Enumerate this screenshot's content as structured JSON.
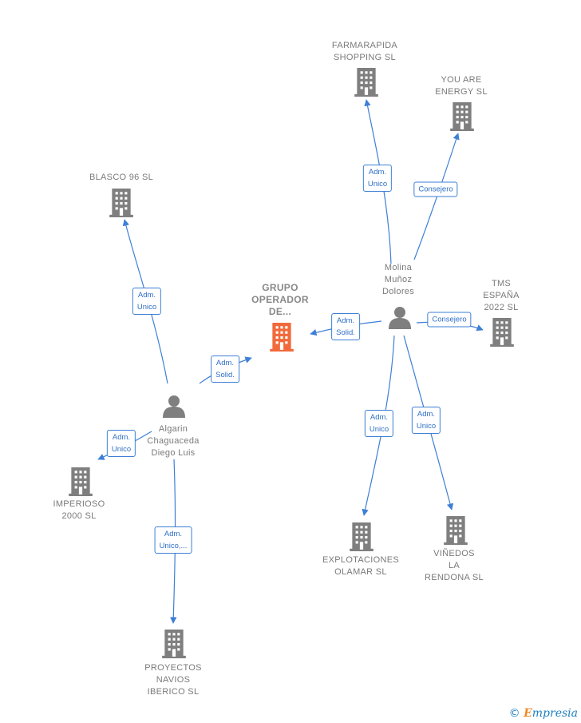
{
  "colors": {
    "edge": "#3d7fd6",
    "building": "#7f7f7f",
    "building_focus": "#f26a3b",
    "person": "#7f7f7f"
  },
  "nodes": {
    "grupo": {
      "label": "GRUPO\nOPERADOR\nDE...",
      "type": "company",
      "focus": true
    },
    "farmarapida": {
      "label": "FARMARAPIDA\nSHOPPING  SL",
      "type": "company"
    },
    "youare": {
      "label": "YOU ARE\nENERGY  SL",
      "type": "company"
    },
    "blasco": {
      "label": "BLASCO 96 SL",
      "type": "company"
    },
    "tms": {
      "label": "TMS\nESPAÑA\n2022  SL",
      "type": "company"
    },
    "imperioso": {
      "label": "IMPERIOSO\n2000  SL",
      "type": "company"
    },
    "explotaciones": {
      "label": "EXPLOTACIONES\nOLAMAR  SL",
      "type": "company"
    },
    "vinedos": {
      "label": "VIÑEDOS\nLA\nRENDONA  SL",
      "type": "company"
    },
    "proyectos": {
      "label": "PROYECTOS\nNAVIOS\nIBERICO  SL",
      "type": "company"
    },
    "molina": {
      "label": "Molina\nMuñoz\nDolores",
      "type": "person"
    },
    "algarin": {
      "label": "Algarin\nChaguaceda\nDiego Luis",
      "type": "person"
    }
  },
  "edges": [
    {
      "id": "e1",
      "from": "molina",
      "to": "farmarapida",
      "label": "Adm.\nUnico"
    },
    {
      "id": "e2",
      "from": "molina",
      "to": "youare",
      "label": "Consejero"
    },
    {
      "id": "e3",
      "from": "molina",
      "to": "grupo",
      "label": "Adm.\nSolid."
    },
    {
      "id": "e4",
      "from": "molina",
      "to": "tms",
      "label": "Consejero"
    },
    {
      "id": "e5",
      "from": "molina",
      "to": "explotaciones",
      "label": "Adm.\nUnico"
    },
    {
      "id": "e6",
      "from": "molina",
      "to": "vinedos",
      "label": "Adm.\nUnico"
    },
    {
      "id": "e7",
      "from": "algarin",
      "to": "blasco",
      "label": "Adm.\nUnico"
    },
    {
      "id": "e8",
      "from": "algarin",
      "to": "grupo",
      "label": "Adm.\nSolid."
    },
    {
      "id": "e9",
      "from": "algarin",
      "to": "imperioso",
      "label": "Adm.\nUnico"
    },
    {
      "id": "e10",
      "from": "algarin",
      "to": "proyectos",
      "label": "Adm.\nUnico,..."
    }
  ],
  "logo": {
    "symbol": "©",
    "brand_initial": "E",
    "brand_rest": "mpresia"
  }
}
